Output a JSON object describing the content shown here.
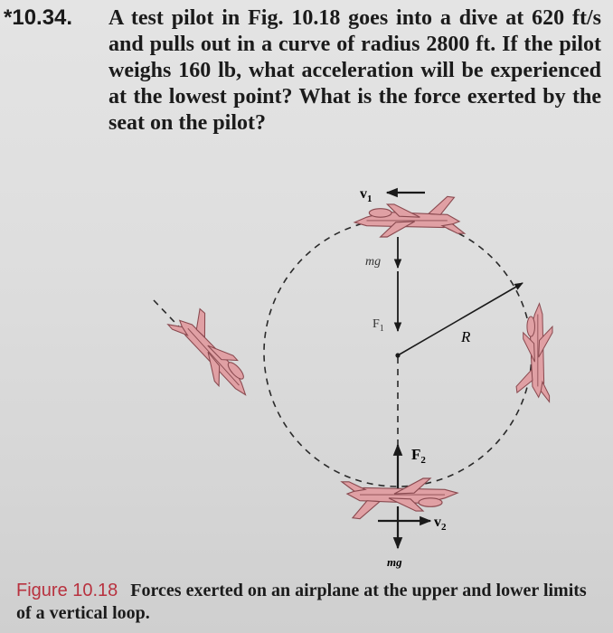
{
  "problem": {
    "number": "*10.34.",
    "text": "A test pilot in Fig. 10.18 goes into a dive at 620 ft/s and pulls out in a curve of radius 2800 ft. If the pilot weighs 160 lb, what acceleration will be experienced at the lowest point? What is the force exerted by the seat on the pilot?"
  },
  "figure": {
    "labels": {
      "v1": "v",
      "v1_sub": "1",
      "mg_top": "mg",
      "f1": "F",
      "f1_sub": "1",
      "radius": "R",
      "f2": "F",
      "f2_sub": "2",
      "v2": "v",
      "v2_sub": "2",
      "mg_bottom": "mg"
    },
    "colors": {
      "airplane": "#e0a0a4",
      "airplane_outline": "#8a4a50",
      "caption_label": "#b8323f"
    }
  },
  "caption": {
    "label": "Figure 10.18",
    "text": "Forces exerted on an airplane at the upper and lower limits of a vertical loop."
  }
}
